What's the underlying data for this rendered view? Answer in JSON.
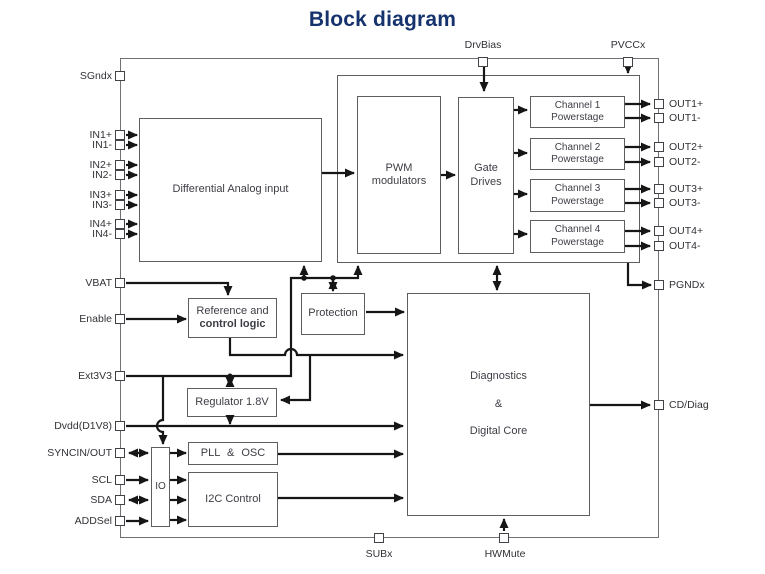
{
  "title": {
    "text": "Block diagram"
  },
  "colors": {
    "title": "#16336e",
    "signal_line": "#161616",
    "box_border": "#5d5e61",
    "outer_border": "#707174",
    "label_text": "#313237"
  },
  "pins": {
    "left": [
      "SGndx",
      "IN1+",
      "IN1-",
      "IN2+",
      "IN2-",
      "IN3+",
      "IN3-",
      "IN4+",
      "IN4-",
      "VBAT",
      "Enable",
      "Ext3V3",
      "Dvdd(D1V8)",
      "SYNCIN/OUT",
      "SCL",
      "SDA",
      "ADDSel"
    ],
    "right": [
      "OUT1+",
      "OUT1-",
      "OUT2+",
      "OUT2-",
      "OUT3+",
      "OUT3-",
      "OUT4+",
      "OUT4-",
      "PGNDx",
      "CD/Diag"
    ],
    "top": [
      "DrvBias",
      "PVCCx"
    ],
    "bottom": [
      "SUBx",
      "HWMute"
    ]
  },
  "blocks": {
    "diff_input": "Differential Analog input",
    "pwm": {
      "line1": "PWM",
      "line2": "modulators"
    },
    "gate": {
      "line1": "Gate",
      "line2": "Drives"
    },
    "channels": [
      {
        "line1": "Channel 1",
        "line2": "Powerstage"
      },
      {
        "line1": "Channel 2",
        "line2": "Powerstage"
      },
      {
        "line1": "Channel 3",
        "line2": "Powerstage"
      },
      {
        "line1": "Channel 4",
        "line2": "Powerstage"
      }
    ],
    "reference": {
      "line1": "Reference and",
      "line2": "control logic"
    },
    "protection": "Protection",
    "regulator": "Regulator 1.8V",
    "pll": "PLL & OSC",
    "i2c": "I2C Control",
    "io": "IO",
    "diagnostics": {
      "line1": "Diagnostics",
      "line2": "&",
      "line3": "Digital Core"
    }
  }
}
